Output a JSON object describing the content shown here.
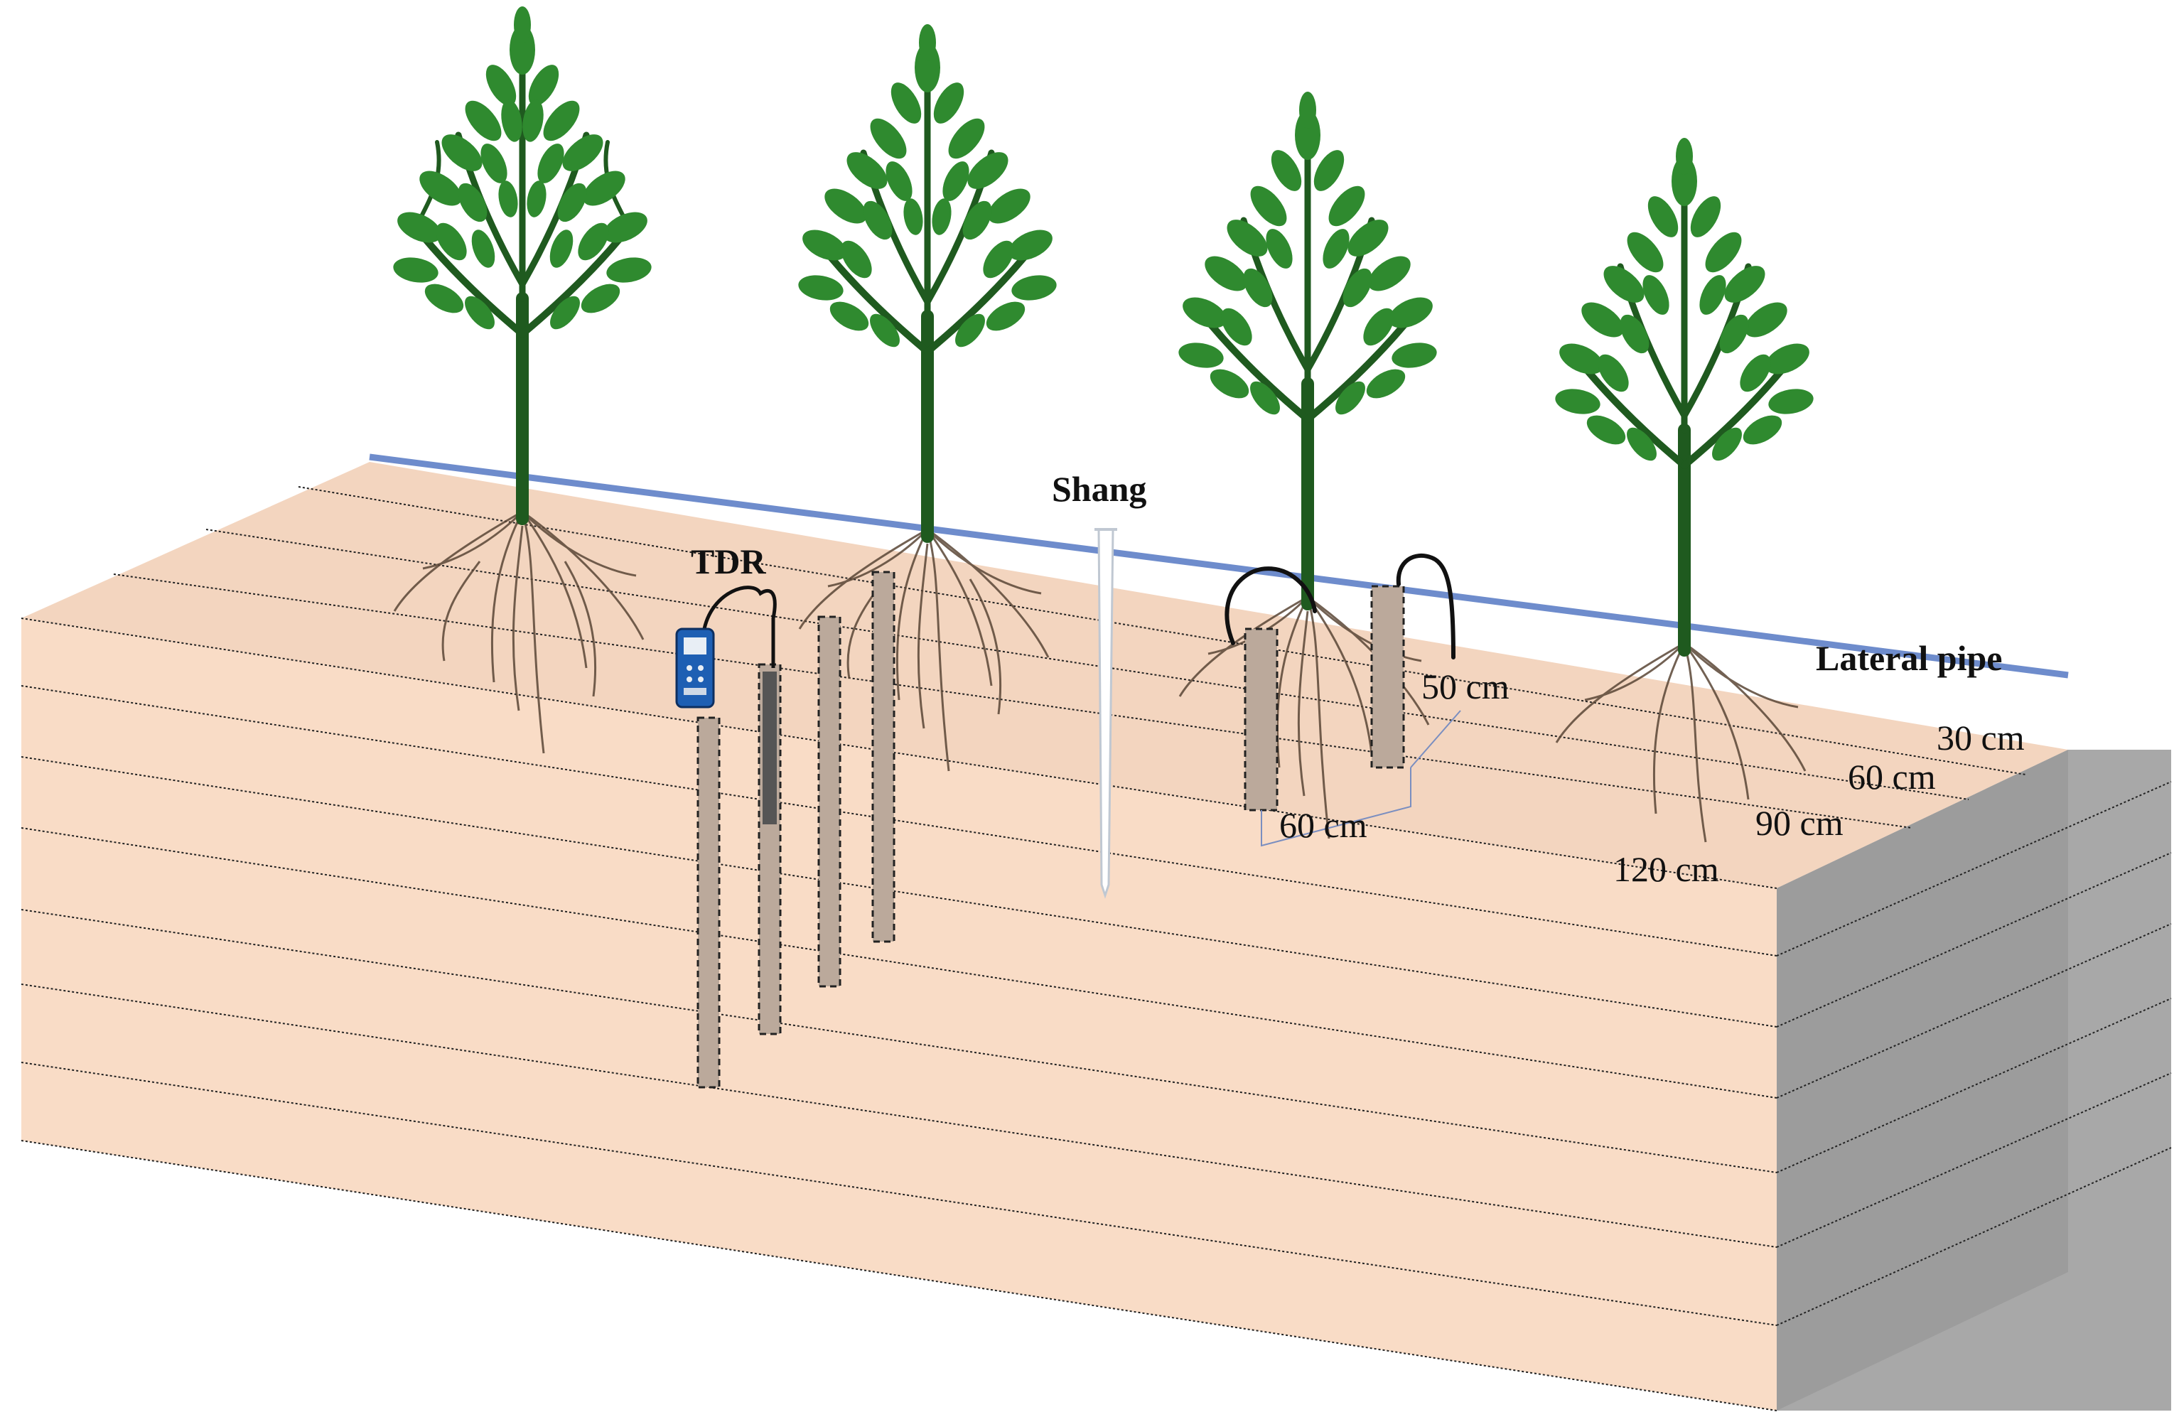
{
  "labels": {
    "tdr": "TDR",
    "shang": "Shang",
    "lateral_pipe": "Lateral pipe",
    "spacing_50": "50 cm",
    "spacing_60": "60 cm",
    "depth_30": "30 cm",
    "depth_60": "60 cm",
    "depth_90": "90 cm",
    "depth_120": "120 cm"
  },
  "colors": {
    "soil_top": "#f3d5bf",
    "soil_front": "#f9dcc6",
    "soil_side": "#a9a9a9",
    "pipe": "#6e8ccc",
    "leaf": "#2f8a2f",
    "trunk": "#1f5a1f",
    "root": "#5a4636",
    "tube": "#bba99b",
    "meter": "#1e5fb3"
  },
  "icons": {
    "tree": "tree-icon",
    "tdr_meter": "tdr-meter-icon",
    "probe": "probe-icon"
  }
}
